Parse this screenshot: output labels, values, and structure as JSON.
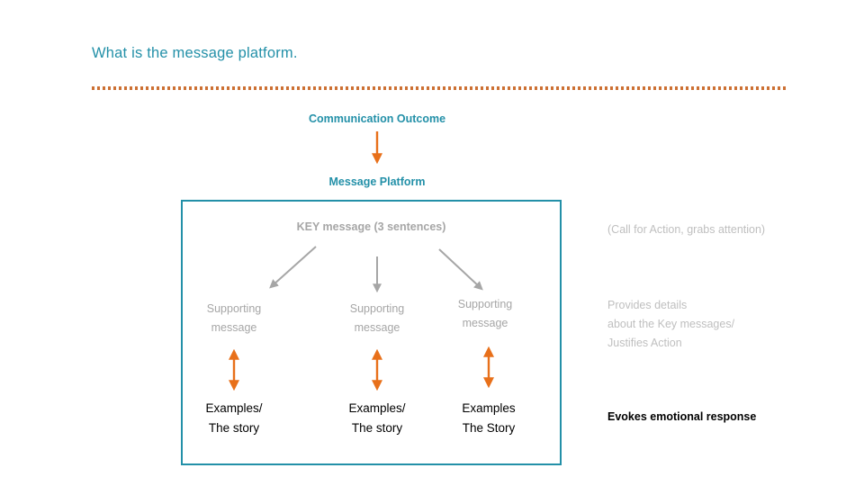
{
  "slide": {
    "title": "What is the message platform.",
    "divider_color": "#cc7033",
    "accent_teal": "#2390a8",
    "accent_orange": "#e8701a",
    "muted_gray": "#a6a6a6"
  },
  "diagram": {
    "top_heading": "Communication Outcome",
    "second_heading": "Message Platform",
    "key_message": "KEY message (3 sentences)",
    "columns": [
      {
        "supporting": "Supporting\nmessage",
        "supporting_line1": "Supporting",
        "supporting_line2": "message",
        "examples_line1": "Examples/",
        "examples_line2": "The story"
      },
      {
        "supporting": "Supporting\nmessage",
        "supporting_line1": "Supporting",
        "supporting_line2": "message",
        "examples_line1": "Examples/",
        "examples_line2": "The story"
      },
      {
        "supporting": "Supporting\nmessage",
        "supporting_line1": "Supporting",
        "supporting_line2": "message",
        "examples_line1": "Examples",
        "examples_line2": "The Story"
      }
    ]
  },
  "annotations": {
    "call_for_action": "(Call for Action, grabs attention)",
    "provides_details_line1": "Provides details",
    "provides_details_line2": "about the Key messages/",
    "provides_details_line3": "Justifies Action",
    "evokes": "Evokes emotional response"
  },
  "icons": {
    "arrow_down_outcome": "arrow-down-icon",
    "arrow_down_key_center": "arrow-down-icon",
    "arrow_diagonal_left": "arrow-diagonal-down-left-icon",
    "arrow_diagonal_right": "arrow-diagonal-down-right-icon",
    "arrow_double_vertical": "arrow-double-vertical-icon"
  }
}
